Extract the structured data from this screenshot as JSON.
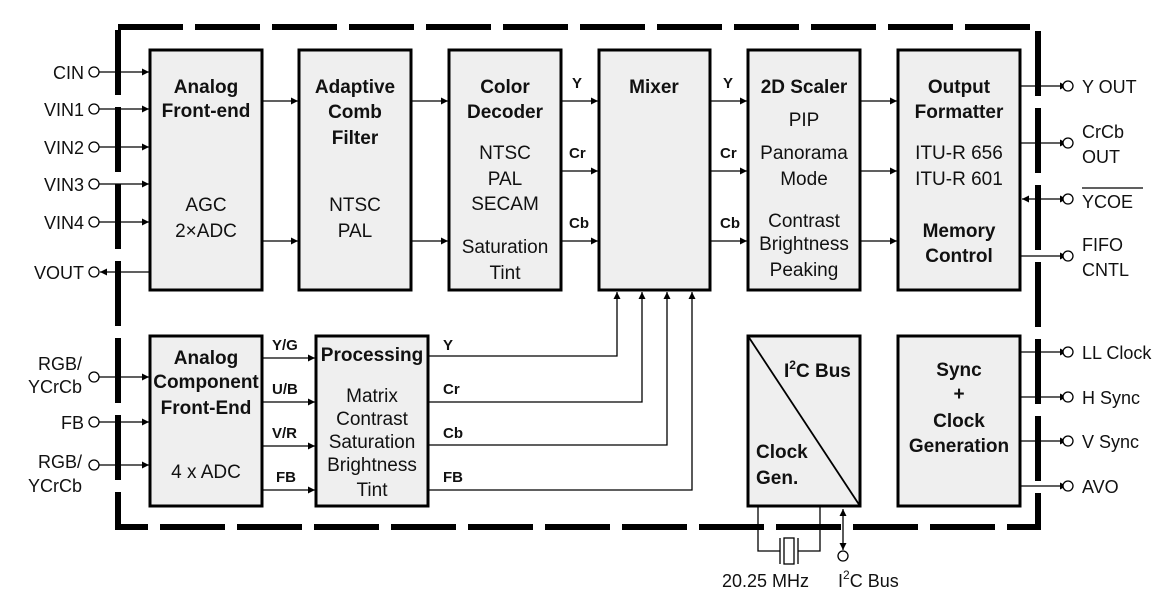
{
  "blocks": {
    "analog_frontend": {
      "title": [
        "Analog",
        "Front-end"
      ],
      "body": [
        "AGC",
        "2×ADC"
      ]
    },
    "comb_filter": {
      "title": [
        "Adaptive",
        "Comb",
        "Filter"
      ],
      "body": [
        "NTSC",
        "PAL"
      ]
    },
    "color_decoder": {
      "title": [
        "Color",
        "Decoder"
      ],
      "body": [
        "NTSC",
        "PAL",
        "SECAM",
        "Saturation",
        "Tint"
      ]
    },
    "mixer": {
      "title": [
        "Mixer"
      ]
    },
    "scaler": {
      "title": [
        "2D Scaler"
      ],
      "body": [
        "PIP",
        "Panorama",
        "Mode",
        "Contrast",
        "Brightness",
        "Peaking"
      ]
    },
    "output_formatter": {
      "title": [
        "Output",
        "Formatter"
      ],
      "body": [
        "ITU-R 656",
        "ITU-R 601"
      ],
      "title2": [
        "Memory",
        "Control"
      ]
    },
    "component_frontend": {
      "title": [
        "Analog",
        "Component",
        "Front-End"
      ],
      "body": [
        "4 x ADC"
      ]
    },
    "processing": {
      "title": [
        "Processing"
      ],
      "body": [
        "Matrix",
        "Contrast",
        "Saturation",
        "Brightness",
        "Tint"
      ]
    },
    "i2c_clock": {
      "top": "I²C Bus",
      "bottom": [
        "Clock",
        "Gen."
      ]
    },
    "sync_clock": {
      "title": [
        "Sync",
        "+",
        "Clock",
        "Generation"
      ]
    }
  },
  "signals": {
    "decoder_out": [
      "Y",
      "Cr",
      "Cb"
    ],
    "mixer_out": [
      "Y",
      "Cr",
      "Cb"
    ],
    "component_out": [
      "Y/G",
      "U/B",
      "V/R",
      "FB"
    ],
    "processing_out": [
      "Y",
      "Cr",
      "Cb",
      "FB"
    ]
  },
  "pins": {
    "left_top": [
      "CIN",
      "VIN1",
      "VIN2",
      "VIN3",
      "VIN4",
      "VOUT"
    ],
    "left_bottom": [
      "RGB/",
      "YCrCb",
      "FB",
      "RGB/",
      "YCrCb"
    ],
    "right_top": [
      "Y OUT",
      "CrCb",
      "OUT",
      "YCOE",
      "FIFO",
      "CNTL"
    ],
    "right_bottom": [
      "LL Clock",
      "H Sync",
      "V Sync",
      "AVO"
    ],
    "bottom": {
      "crystal": "20.25 MHz",
      "i2c_prefix": "I",
      "i2c_sup": "2",
      "i2c_suffix": "C Bus"
    }
  }
}
